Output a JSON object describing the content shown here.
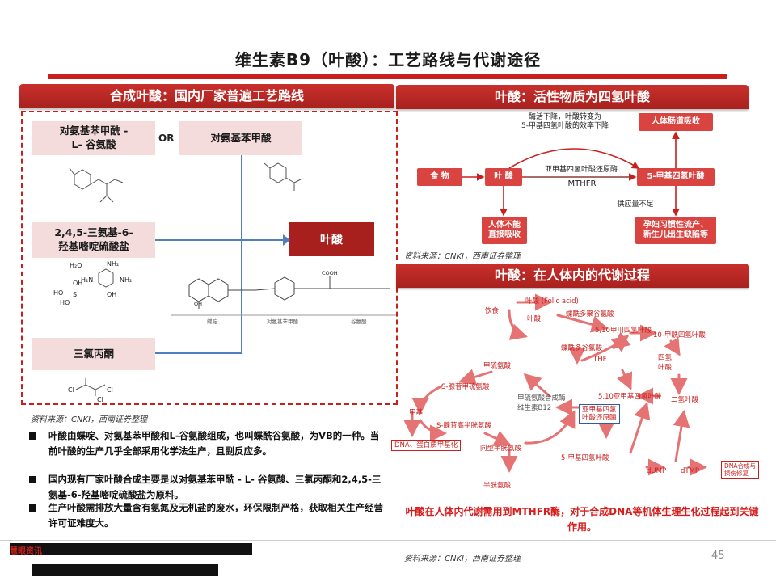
{
  "title": "维生素B9（叶酸）：工艺路线与代谢途径",
  "left": {
    "banner": "合成叶酸：国内厂家普遍工艺路线",
    "box1": "对氨基苯甲酰 -\nL- 谷氨酸",
    "or": "OR",
    "box2": "对氨基苯甲酸",
    "box3": "2,4,5-三氨基-6-\n羟基嘧啶硫酸盐",
    "box4": "三氯丙酮",
    "folic": "叶酸",
    "mol_labels": {
      "h2o": "H₂O",
      "nh2_a": "NH₂",
      "h2n": "H₂N",
      "nh2_b": "NH₂",
      "ho_s": "HO",
      "oh_a": "OH",
      "s": "S",
      "oh_b": "OH",
      "ho_b": "HO",
      "cl1": "Cl",
      "cl2": "Cl",
      "cl3": "Cl",
      "cooh": "COOH",
      "oh_c": "OH",
      "seg1": "蝶啶",
      "seg2": "对氨基苯甲酸",
      "seg3": "谷氨酸"
    },
    "source": "资料来源：CNKI，西南证券整理",
    "bullets": [
      "叶酸由蝶啶、对氨基苯甲酸和L-谷氨酸组成，也叫蝶酰谷氨酸，为VB的一种。当前叶酸的生产几乎全部采用化学法生产，且副反应多。",
      "国内现有厂家叶酸合成主要是以对氨基苯甲酰 - L- 谷氨酸、三氯丙酮和2,4,5-三氨基-6-羟基嘧啶硫酸盐为原料。",
      "生产叶酸需排放大量含有氨氮及无机盐的废水，环保限制严格，获取相关生产经营许可证难度大。"
    ]
  },
  "right_top": {
    "banner": "叶酸：活性物质为四氢叶酸",
    "food": "食 物",
    "folic": "叶 酸",
    "thf": "5-甲基四氢叶酸",
    "intestine": "人体肠道吸收",
    "no_absorb": "人体不能\n直接吸收",
    "deficiency": "孕妇习惯性流产、\n新生儿出生缺陷等",
    "enzyme_note": "酶活下降，叶酸转变为\n5-甲基四氢叶酸的效率下降",
    "enzyme_name": "亚甲基四氢叶酸还原酶",
    "mthfr": "MTHFR",
    "supply": "供应量不足",
    "source": "资料来源：CNKI，西南证券整理"
  },
  "right_bottom": {
    "banner": "叶酸：在人体内的代谢过程",
    "labels": {
      "folic_acid": "叶酸 (Folic acid)",
      "diet": "饮食",
      "folic": "叶酸",
      "polyglu": "蝶酰多聚谷氨酸",
      "mthf510": "5,10甲川四氢叶酸",
      "formyl10": "10-甲酰四氢叶酸",
      "polyglu2": "蝶酰多谷氨酸",
      "thf": "THF",
      "dhf_short": "四氢\n叶酸",
      "met": "甲硫氨酸",
      "sam": "S-腺苷甲硫氨酸",
      "methyl": "甲基",
      "sah": "S-腺苷高半胱氨酸",
      "dna_methyl": "DNA、蛋白质甲基化",
      "ms": "甲硫氨酸合成酶\n维生素B12",
      "mthfr_box": "亚甲基四氢\n叶酸还原酶",
      "methylene": "5,10亚甲基四氢叶酸",
      "dhf": "二氢叶酸",
      "hcy": "同型半胱氨酸",
      "mthf5": "5-甲基四氢叶酸",
      "cys": "半胱氨酸",
      "dump": "dUMP",
      "dtmp": "dTMP",
      "dna_repair": "DNA合成与\n损伤修复"
    },
    "conclusion": "叶酸在人体内代谢需用到MTHFR酶，对于合成DNA等机体生理生化过程起到关键作用。",
    "source": "资料来源：CNKI，西南证券整理"
  },
  "footer": {
    "page": "45",
    "redacted_tag": "慧眼资讯"
  },
  "colors": {
    "accent_red": "#c8201e",
    "box_red": "#d94340",
    "pink": "#f4dcdc",
    "line_blue": "#4f7fbf"
  }
}
